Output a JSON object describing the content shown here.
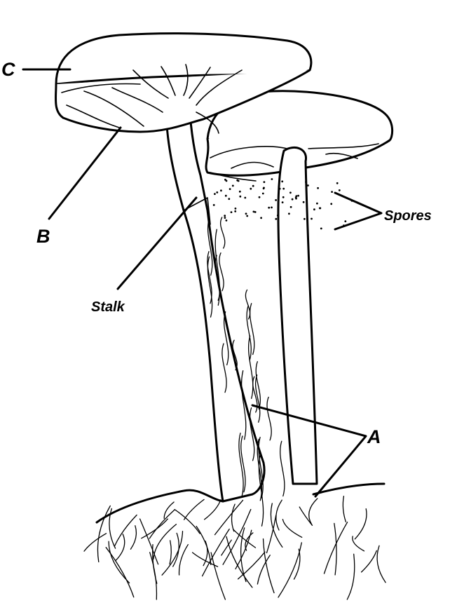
{
  "labels": {
    "c": "C",
    "b": "B",
    "stalk": "Stalk",
    "spores": "Spores",
    "a": "A"
  },
  "colors": {
    "ink": "#000000",
    "paper": "#ffffff"
  }
}
